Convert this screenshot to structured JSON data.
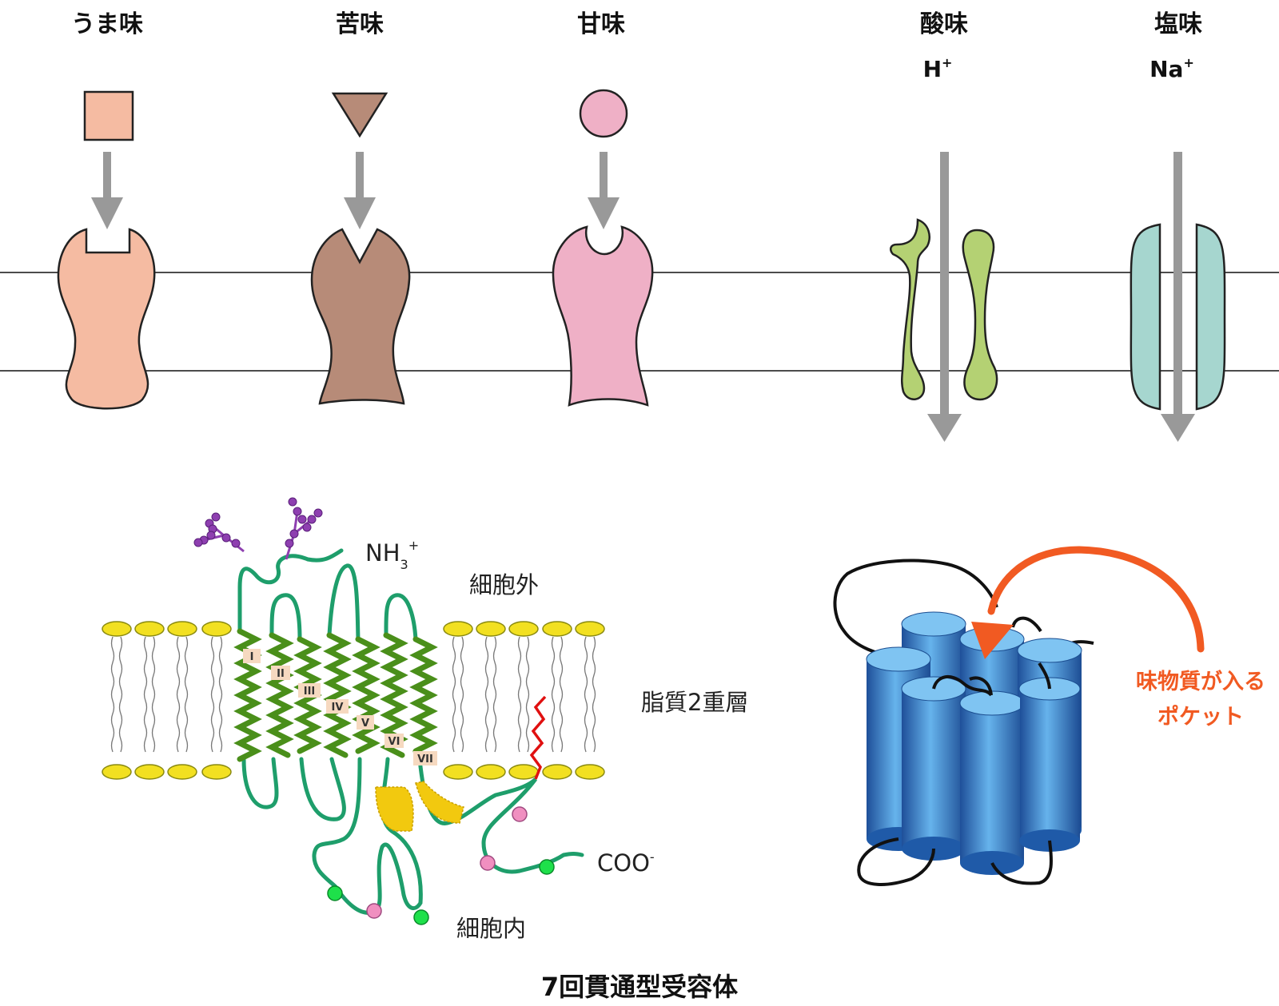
{
  "tastes": [
    {
      "name": "うま味",
      "ion": "",
      "ion_sup": ""
    },
    {
      "name": "苦味",
      "ion": "",
      "ion_sup": ""
    },
    {
      "name": "甘味",
      "ion": "",
      "ion_sup": ""
    },
    {
      "name": "酸味",
      "ion": "H",
      "ion_sup": "+"
    },
    {
      "name": "塩味",
      "ion": "Na",
      "ion_sup": "+"
    }
  ],
  "colors": {
    "umami": "#f5bba2",
    "bitter": "#b78b78",
    "sweet": "#efb0c6",
    "sour": "#b4d173",
    "salt": "#a6d6cf",
    "arrow": "#999999",
    "helix": "#4a8f1a",
    "loop": "#1e9e6b",
    "lipid_head": "#f2e021",
    "cylinder": "#3d86cc",
    "pocket_arrow": "#f15a22"
  },
  "gpcr": {
    "nh3": "NH",
    "nh3_sub": "3",
    "nh3_sup": "+",
    "extracellular": "細胞外",
    "bilayer": "脂質2重層",
    "coo": "COO",
    "coo_sup": "-",
    "intracellular": "細胞内",
    "helices": [
      "I",
      "II",
      "III",
      "IV",
      "V",
      "VI",
      "VII"
    ]
  },
  "pocket_label": [
    "味物質が入る",
    "ポケット"
  ],
  "caption": "7回貫通型受容体"
}
